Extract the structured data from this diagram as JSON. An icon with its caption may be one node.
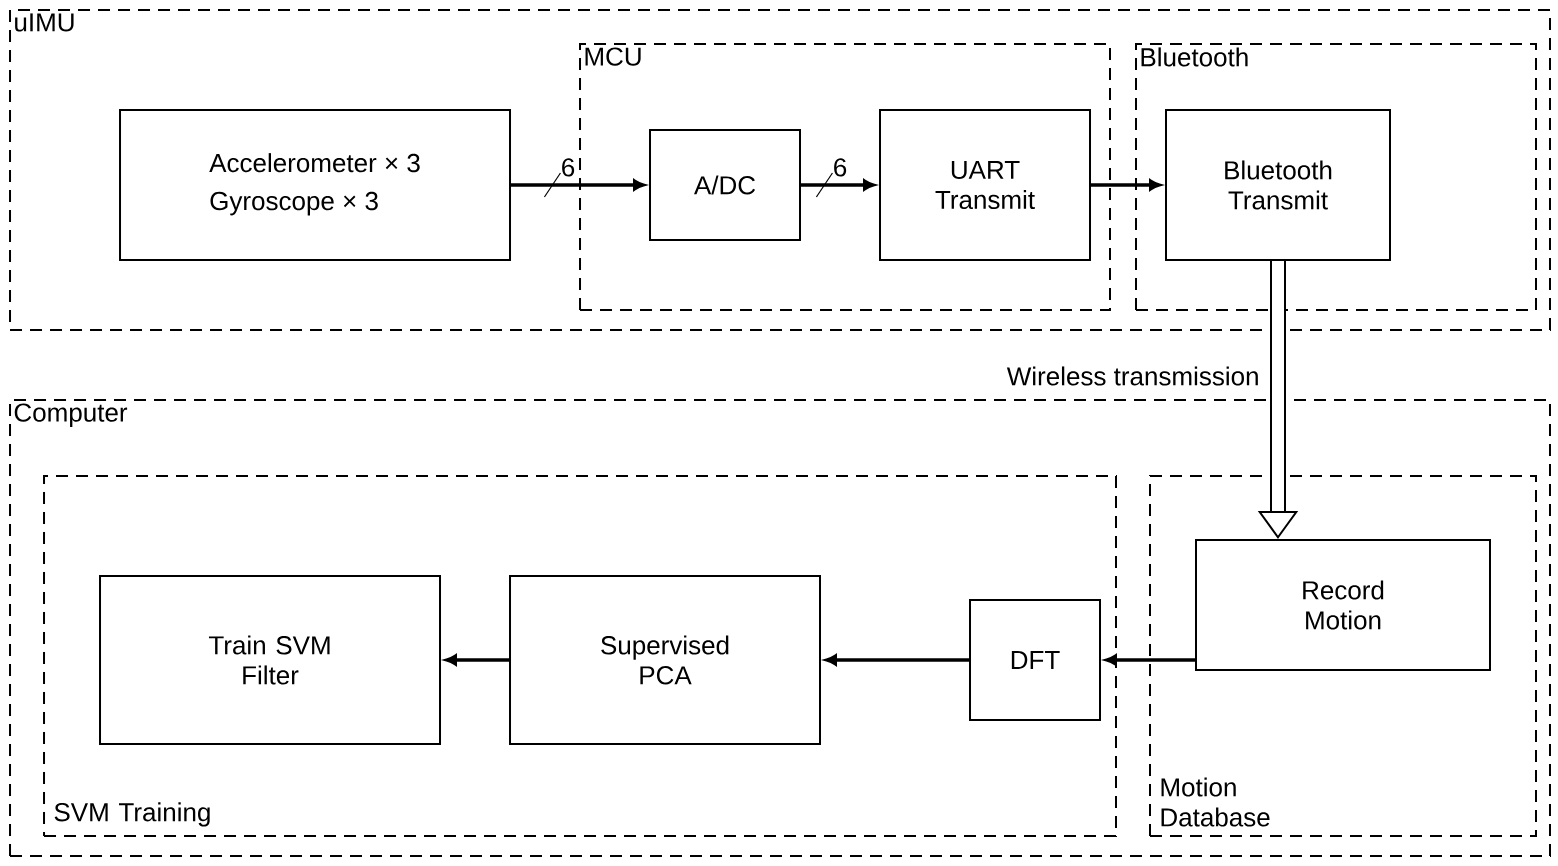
{
  "diagram": {
    "nodes": [
      {
        "text": [
          "uIMU"
        ]
      },
      {
        "text": [
          "Accelerometer × 3",
          "Gyroscope × 3"
        ],
        "in": 0
      },
      {
        "text": [
          "MCU"
        ],
        "in": 0
      },
      {
        "text": [
          "A/DC"
        ],
        "in": 2
      },
      {
        "text": [
          "UART Transmit"
        ],
        "in": 2
      },
      {
        "text": [
          "Bluetooth"
        ],
        "in": 0
      },
      {
        "text": [
          "Bluetooth Transmit"
        ],
        "in": 5
      },
      {
        "text": [
          "Computer"
        ]
      },
      {
        "text": [
          "SVM Training"
        ],
        "in": 7
      },
      {
        "text": [
          "Train SVM Filter"
        ],
        "in": 8
      },
      {
        "text": [
          "Supervised PCA"
        ],
        "in": 8
      },
      {
        "text": [
          "DFT"
        ],
        "in": 8
      },
      {
        "text": [
          "Motion Database"
        ],
        "in": 7
      },
      {
        "text": [
          "Record Motion"
        ],
        "in": 12
      }
    ],
    "edges": [
      {
        "from": 1,
        "to": 3,
        "arrow": "to",
        "label": "6"
      },
      {
        "from": 3,
        "to": 4,
        "arrow": "to",
        "label": "6"
      },
      {
        "from": 4,
        "to": 6,
        "arrow": "to"
      },
      {
        "from": 6,
        "to": 13,
        "arrow": "to",
        "label": "Wireless transmission",
        "style": "thick"
      },
      {
        "from": 13,
        "to": 11,
        "arrow": "to"
      },
      {
        "from": 11,
        "to": 10,
        "arrow": "to"
      },
      {
        "from": 10,
        "to": 9,
        "arrow": "to"
      }
    ]
  }
}
